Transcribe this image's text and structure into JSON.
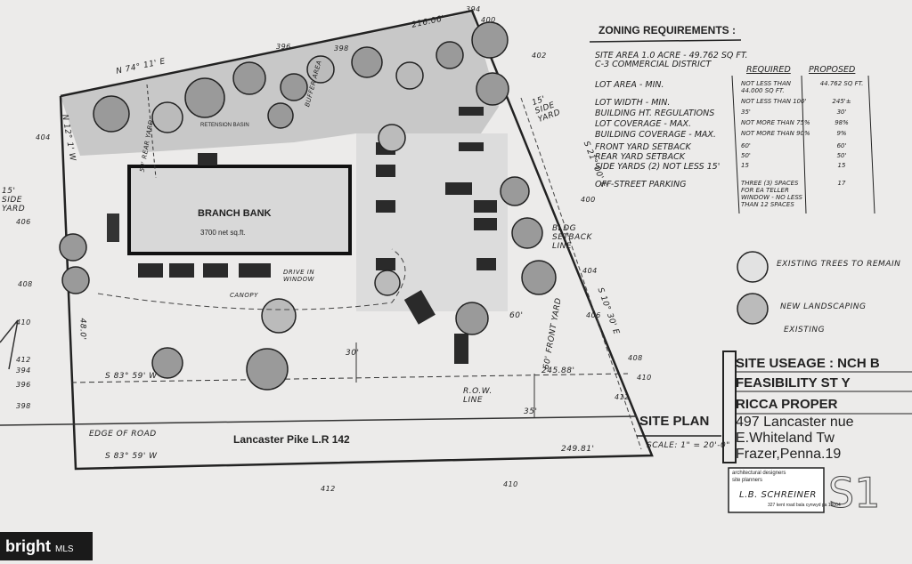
{
  "zoning": {
    "title": "ZONING REQUIREMENTS :",
    "site_area": "SITE AREA 1.0 ACRE - 49.762 SQ FT.",
    "district": "C-3 COMMERCIAL DISTRICT",
    "col_required": "REQUIRED",
    "col_proposed": "PROPOSED",
    "rows": [
      {
        "label": "LOT AREA - MIN.",
        "required": "NOT LESS THAN 44.000 SQ FT.",
        "proposed": "44.762 SQ FT."
      },
      {
        "label": "LOT WIDTH - MIN.",
        "required": "NOT LESS THAN 100'",
        "proposed": "245'±"
      },
      {
        "label": "BUILDING HT. REGULATIONS",
        "required": "35'",
        "proposed": "30'"
      },
      {
        "label": "LOT COVERAGE - MAX.",
        "required": "NOT MORE THAN 75%",
        "proposed": "98%"
      },
      {
        "label": "BUILDING COVERAGE - MAX.",
        "required": "NOT MORE THAN 90%",
        "proposed": "9%"
      },
      {
        "label": "FRONT YARD SETBACK",
        "required": "60'",
        "proposed": "60'"
      },
      {
        "label": "REAR YARD SETBACK",
        "required": "50'",
        "proposed": "50'"
      },
      {
        "label": "SIDE YARDS (2) NOT LESS 15'",
        "required": "15",
        "proposed": "15"
      },
      {
        "label": "OFF-STREET PARKING",
        "required": "THREE (3) SPACES FOR EA TELLER WINDOW - NO LESS THAN 12 SPACES",
        "proposed": "17"
      }
    ]
  },
  "legend": {
    "existing_trees": "EXISTING TREES TO REMAIN",
    "new_trees": "NEW LANDSCAPING",
    "existing": "EXISTING"
  },
  "plan": {
    "building": "BRANCH BANK",
    "building_area": "3700 net sq.ft.",
    "retention": "RETENSION BASIN",
    "buffer": "BUFFER AREA",
    "rear_yard": "50' REAR YARD",
    "side_yard_left": "15' SIDE YARD",
    "side_yard_right": "15' SIDE YARD",
    "front_yard": "60' FRONT YARD",
    "canopy": "CANOPY",
    "drive_in": "DRIVE IN WINDOW",
    "bldg_setback": "BLDG SETBACK LINE",
    "row_line": "R.O.W. LINE",
    "edge_of_road": "EDGE OF ROAD",
    "road": "Lancaster Pike  L.R 142",
    "bearing_top": "N 74° 11' E",
    "bearing_left": "N 12° 1' W",
    "bearing_right": "S 21° 00' E",
    "bearing_bottom": "S 83° 59' W",
    "bearing_road": "S 83° 59' W",
    "bearing_right2": "S 10° 30' E",
    "dim_216": "216.06'",
    "dim_245": "245.88'",
    "dim_249": "249.81'",
    "dim_480": "48.0'",
    "dim_30": "30'",
    "dim_35": "35'",
    "dim_60": "60'",
    "contours": [
      "394",
      "396",
      "398",
      "400",
      "402",
      "404",
      "406",
      "408",
      "410",
      "412",
      "394",
      "396",
      "398",
      "400",
      "404",
      "406",
      "408",
      "410",
      "412",
      "410",
      "412"
    ]
  },
  "title_block": {
    "site_usage": "SITE USEAGE :     NCH B",
    "feasibility": "FEASIBILITY ST   Y",
    "property": "RICCA PROPER",
    "address1": "497 Lancaster     nue",
    "address2": "E.Whiteland Tw",
    "address3": "Frazer,Penna.19",
    "site_plan": "SITE PLAN",
    "scale": "SCALE: 1\" = 20'-0\"",
    "sheet": "S1"
  },
  "stamp": {
    "line1": "architectural designers",
    "line2": "site planners",
    "name": "L.B. SCHREINER",
    "address": "327 kent road bala cynwyd pa 19004"
  },
  "watermark": {
    "brand": "bright",
    "suffix": "MLS"
  }
}
